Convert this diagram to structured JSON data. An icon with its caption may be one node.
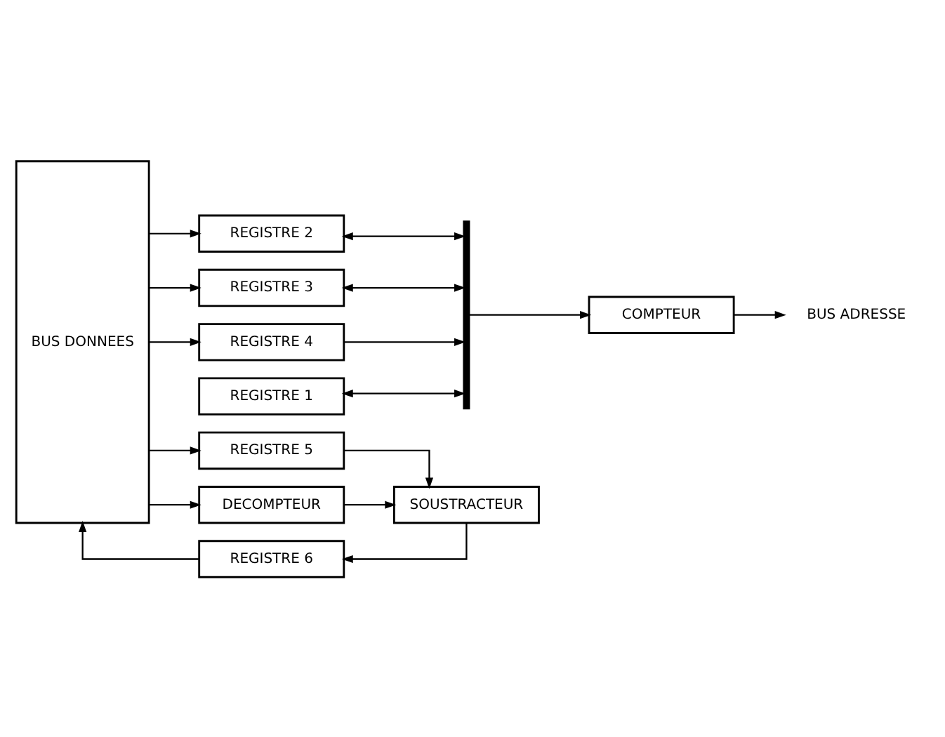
{
  "diagram": {
    "nodes": [
      {
        "text": [
          "BUS DONNEES"
        ]
      },
      {
        "text": [
          "REGISTRE 1"
        ]
      },
      {
        "text": [
          "REGISTRE 2"
        ]
      },
      {
        "text": [
          "REGISTRE 3"
        ]
      },
      {
        "text": [
          "REGISTRE 4"
        ]
      },
      {
        "text": [
          "REGISTRE 5"
        ]
      },
      {
        "text": [
          "DECOMPTEUR"
        ]
      },
      {
        "text": [
          "SOUSTRACTEUR"
        ]
      },
      {
        "text": [
          "REGISTRE 6"
        ]
      },
      {
        "text": [],
        "shape": "bar"
      },
      {
        "text": [
          "COMPTEUR"
        ]
      },
      {
        "text": [
          "BUS ADRESSE"
        ]
      }
    ],
    "edges": [
      {
        "from": 0,
        "to": 2,
        "arrow": "to"
      },
      {
        "from": 0,
        "to": 3,
        "arrow": "to"
      },
      {
        "from": 0,
        "to": 4,
        "arrow": "to"
      },
      {
        "from": 0,
        "to": 5,
        "arrow": "to"
      },
      {
        "from": 0,
        "to": 6,
        "arrow": "to"
      },
      {
        "from": 8,
        "to": 0,
        "arrow": "to"
      },
      {
        "from": 1,
        "to": 9,
        "arrow": "both"
      },
      {
        "from": 2,
        "to": 9,
        "arrow": "both"
      },
      {
        "from": 3,
        "to": 9,
        "arrow": "both"
      },
      {
        "from": 4,
        "to": 9,
        "arrow": "to"
      },
      {
        "from": 9,
        "to": 10,
        "arrow": "to"
      },
      {
        "from": 10,
        "to": 11,
        "arrow": "to"
      },
      {
        "from": 5,
        "to": 7,
        "arrow": "to"
      },
      {
        "from": 6,
        "to": 7,
        "arrow": "to"
      },
      {
        "from": 7,
        "to": 8,
        "arrow": "to"
      }
    ]
  }
}
